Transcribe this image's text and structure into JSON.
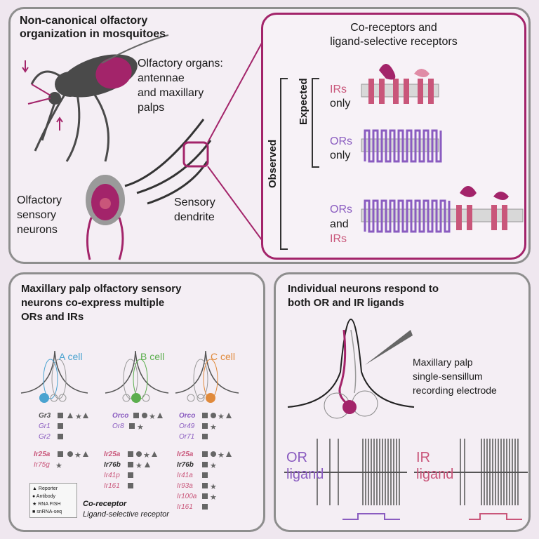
{
  "top": {
    "title_l1": "Non-canonical olfactory",
    "title_l2": "organization in mosquitoes",
    "organs_l1": "Olfactory organs:",
    "organs_l2": "antennae",
    "organs_l3": "and maxillary",
    "organs_l4": "palps",
    "osn_l1": "Olfactory",
    "osn_l2": "sensory",
    "osn_l3": "neurons",
    "dendrite_l1": "Sensory",
    "dendrite_l2": "dendrite"
  },
  "inset": {
    "title_l1": "Co-receptors and",
    "title_l2": "ligand-selective receptors",
    "expected": "Expected",
    "observed": "Observed",
    "irs_only_a": "IRs",
    "irs_only_b": "only",
    "ors_only_a": "ORs",
    "ors_only_b": "only",
    "both_a": "ORs",
    "both_b": "and",
    "both_c": "IRs"
  },
  "bottom_left": {
    "title_l1": "Maxillary palp olfactory sensory",
    "title_l2": "neurons co-express multiple",
    "title_l3": "ORs and IRs",
    "cells": [
      {
        "label": "A cell",
        "color": "#4aa3d0",
        "letter": "A",
        "genes": [
          "Gr3",
          "Gr1",
          "Gr2"
        ],
        "ir_genes": [
          "Ir25a",
          "Ir75g"
        ]
      },
      {
        "label": "B cell",
        "color": "#5cae4e",
        "letter": "B",
        "genes": [
          "Orco",
          "Or8"
        ],
        "ir_genes": [
          "Ir25a",
          "Ir76b",
          "Ir41p",
          "Ir161"
        ]
      },
      {
        "label": "C cell",
        "color": "#e08a3c",
        "letter": "C",
        "genes": [
          "Orco",
          "Or49",
          "Or71"
        ],
        "ir_genes": [
          "Ir25a",
          "Ir76b",
          "Ir41a",
          "Ir93a",
          "Ir100a",
          "Ir161"
        ]
      }
    ],
    "legend": [
      "Reporter",
      "Antibody",
      "RNA FISH",
      "snRNA-seq"
    ],
    "key_coreceptor": "Co-receptor",
    "key_selective": "Ligand-selective receptor"
  },
  "bottom_right": {
    "title_l1": "Individual neurons respond to",
    "title_l2": "both OR and IR ligands",
    "electrode_l1": "Maxillary palp",
    "electrode_l2": "single-sensillum",
    "electrode_l3": "recording electrode",
    "or_l1": "OR",
    "or_l2": "ligand",
    "ir_l1": "IR",
    "ir_l2": "ligand"
  },
  "colors": {
    "ir": "#c9567a",
    "or": "#8a5cc0",
    "magenta": "#a3246a",
    "gray": "#8e8e8e"
  }
}
